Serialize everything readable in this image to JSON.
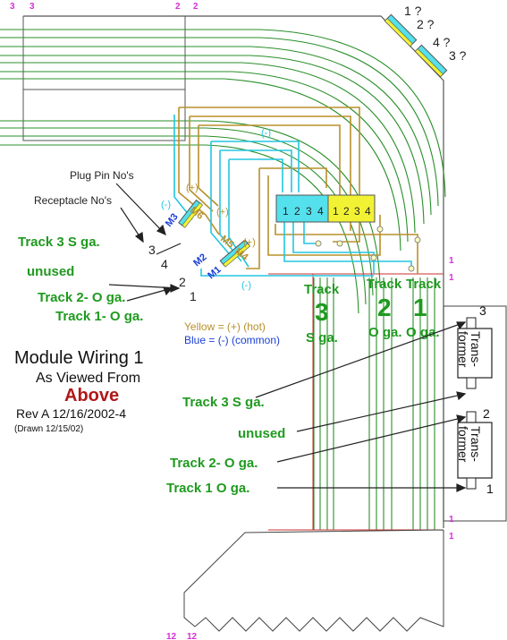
{
  "corner_labels": {
    "top_left_a": "3",
    "top_left_b": "3",
    "top_mid_a": "2",
    "top_mid_b": "2",
    "bottom_a": "12",
    "bottom_b": "12",
    "right_upper_a": "1",
    "right_upper_b": "1",
    "right_lower_a": "1",
    "right_lower_b": "1"
  },
  "top_right": {
    "upper_pair": "1 ?",
    "upper_pair_b": "2 ?",
    "lower_pair": "4 ?",
    "lower_pair_b": "3 ?"
  },
  "annotations": {
    "plug_pin": "Plug Pin No's",
    "receptacle": "Receptacle No's",
    "plus_1": "(+)",
    "plus_2": "(+)",
    "plus_3": "(+)",
    "minus_1": "(-)",
    "minus_2": "(-)",
    "minus_3": "(-)"
  },
  "plugs": {
    "m6": "M6",
    "m3": "M3",
    "m5": "M5",
    "m4": "M4",
    "m2": "M2",
    "m1": "M1"
  },
  "pins": {
    "p3": "3",
    "p4": "4",
    "p2": "2",
    "p1": "1"
  },
  "terminal_blocks": {
    "cyan": [
      "1",
      "2",
      "3",
      "4"
    ],
    "yellow": [
      "1",
      "2",
      "3",
      "4"
    ]
  },
  "left_tracks": {
    "t3s": "Track 3 S ga.",
    "unused": "unused",
    "t2o": "Track 2- O ga.",
    "t1o": "Track 1- O ga."
  },
  "legend": {
    "yellow": "Yellow = (+) (hot)",
    "blue": "Blue = (-) (common)"
  },
  "title": {
    "line1": "Module Wiring 1",
    "line2": "As Viewed From",
    "line3": "Above",
    "rev": "Rev A 12/16/2002-4",
    "drawn": "(Drawn 12/15/02)"
  },
  "track_headers": {
    "t3_word": "Track",
    "t3_num": "3",
    "t3_ga": "S ga.",
    "t2_word": "Track",
    "t2_num": "2",
    "t2_ga": "O ga.",
    "t1_word": "Track",
    "t1_num": "1",
    "t1_ga": "O ga."
  },
  "transformers": {
    "upper_label": "Trans-\nformer",
    "upper_num": "3",
    "lower_label": "Trans-\nformer",
    "lower_num": "2",
    "lower_terminal": "1"
  },
  "bottom_tracks": {
    "t3s": "Track 3 S ga.",
    "unused": "unused",
    "t2o": "Track 2- O ga.",
    "t1o": "Track 1 O ga."
  },
  "colors": {
    "green": "#1f9a1f",
    "track_line": "#2a8f2a",
    "brown": "#b8902c",
    "cyan": "#23c6e0",
    "red": "#c83232",
    "magenta": "#d62fd6",
    "blue_text": "#1a3fd6",
    "dark_red": "#b01818",
    "cyan_fill": "#54e0ec",
    "yellow_fill": "#f2f234"
  }
}
